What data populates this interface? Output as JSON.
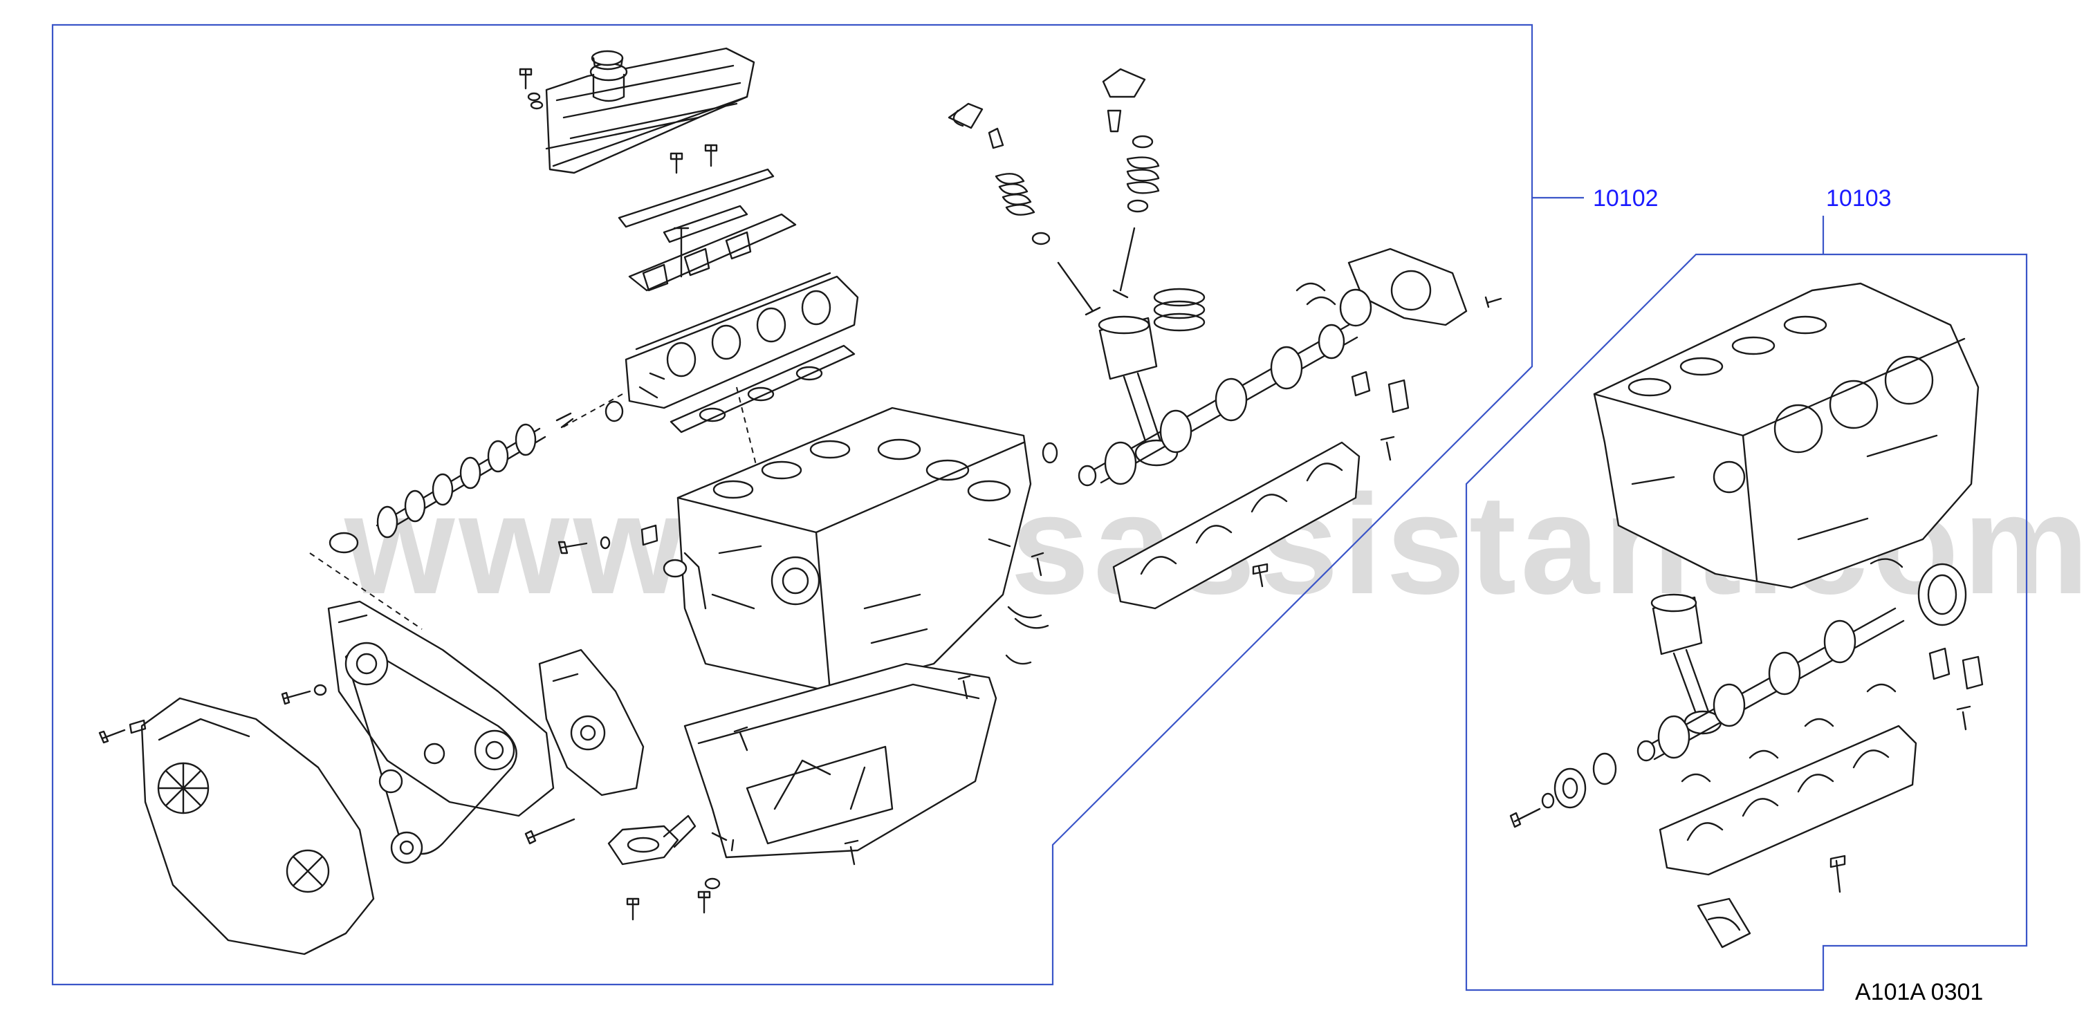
{
  "diagram": {
    "callouts": [
      {
        "id": "callout-10102",
        "label": "10102"
      },
      {
        "id": "callout-10103",
        "label": "10103"
      }
    ],
    "figure_code": "A101A  0301",
    "watermark": "www.partsassistant.com",
    "colors": {
      "callout_text": "#1a1aff",
      "frame_line": "#3a55c8",
      "line_art": "#1a1a1a",
      "watermark": "#dcdcdc",
      "background": "#ffffff"
    }
  }
}
